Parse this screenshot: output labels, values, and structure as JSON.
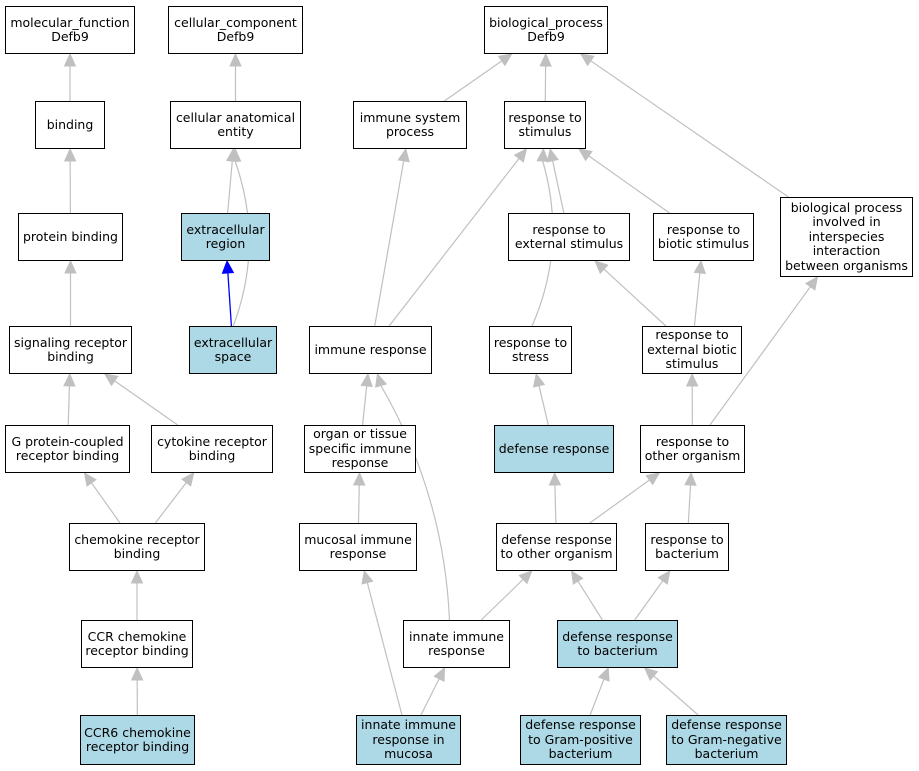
{
  "graph": {
    "colors": {
      "normal_fill": "#ffffff",
      "highlight_fill": "#add8e6",
      "edge": "#c0c0c0",
      "edge_strong": "#0000ff",
      "border": "#000000"
    },
    "nodes": [
      {
        "id": "mf_root",
        "label": "molecular_function\nDefb9",
        "highlighted": false
      },
      {
        "id": "binding",
        "label": "binding",
        "highlighted": false
      },
      {
        "id": "protein_binding",
        "label": "protein binding",
        "highlighted": false
      },
      {
        "id": "signaling_receptor_binding",
        "label": "signaling receptor\nbinding",
        "highlighted": false
      },
      {
        "id": "gpcr_binding",
        "label": "G protein-coupled\nreceptor binding",
        "highlighted": false
      },
      {
        "id": "cytokine_receptor_binding",
        "label": "cytokine receptor\nbinding",
        "highlighted": false
      },
      {
        "id": "chemokine_receptor_binding",
        "label": "chemokine receptor\nbinding",
        "highlighted": false
      },
      {
        "id": "ccr_chemokine_receptor_binding",
        "label": "CCR chemokine\nreceptor binding",
        "highlighted": false
      },
      {
        "id": "ccr6_chemokine_receptor_binding",
        "label": "CCR6 chemokine\nreceptor binding",
        "highlighted": true
      },
      {
        "id": "cc_root",
        "label": "cellular_component\nDefb9",
        "highlighted": false
      },
      {
        "id": "cellular_anatomical_entity",
        "label": "cellular anatomical\nentity",
        "highlighted": false
      },
      {
        "id": "extracellular_region",
        "label": "extracellular\nregion",
        "highlighted": true
      },
      {
        "id": "extracellular_space",
        "label": "extracellular\nspace",
        "highlighted": true
      },
      {
        "id": "bp_root",
        "label": "biological_process\nDefb9",
        "highlighted": false
      },
      {
        "id": "immune_system_process",
        "label": "immune system\nprocess",
        "highlighted": false
      },
      {
        "id": "response_to_stimulus",
        "label": "response to\nstimulus",
        "highlighted": false
      },
      {
        "id": "bp_interspecies",
        "label": "biological process\ninvolved in\ninterspecies\ninteraction\nbetween organisms",
        "highlighted": false
      },
      {
        "id": "response_to_external_stimulus",
        "label": "response to\nexternal stimulus",
        "highlighted": false
      },
      {
        "id": "response_to_biotic_stimulus",
        "label": "response to\nbiotic stimulus",
        "highlighted": false
      },
      {
        "id": "immune_response",
        "label": "immune response",
        "highlighted": false
      },
      {
        "id": "response_to_stress",
        "label": "response to\nstress",
        "highlighted": false
      },
      {
        "id": "response_to_external_biotic_stimulus",
        "label": "response to\nexternal biotic\nstimulus",
        "highlighted": false
      },
      {
        "id": "organ_tissue_immune_response",
        "label": "organ or tissue\nspecific immune\nresponse",
        "highlighted": false
      },
      {
        "id": "defense_response",
        "label": "defense response",
        "highlighted": true
      },
      {
        "id": "response_to_other_organism",
        "label": "response to\nother organism",
        "highlighted": false
      },
      {
        "id": "mucosal_immune_response",
        "label": "mucosal immune\nresponse",
        "highlighted": false
      },
      {
        "id": "defense_response_other_organism",
        "label": "defense response\nto other organism",
        "highlighted": false
      },
      {
        "id": "response_to_bacterium",
        "label": "response to\nbacterium",
        "highlighted": false
      },
      {
        "id": "innate_immune_response",
        "label": "innate immune\nresponse",
        "highlighted": false
      },
      {
        "id": "defense_response_bacterium",
        "label": "defense response\nto bacterium",
        "highlighted": true
      },
      {
        "id": "innate_immune_response_mucosa",
        "label": "innate immune\nresponse in\nmucosa",
        "highlighted": true
      },
      {
        "id": "defense_response_gram_positive",
        "label": "defense response\nto Gram-positive\nbacterium",
        "highlighted": true
      },
      {
        "id": "defense_response_gram_negative",
        "label": "defense response\nto Gram-negative\nbacterium",
        "highlighted": true
      }
    ],
    "edges": [
      {
        "from": "binding",
        "to": "mf_root"
      },
      {
        "from": "protein_binding",
        "to": "binding"
      },
      {
        "from": "signaling_receptor_binding",
        "to": "protein_binding"
      },
      {
        "from": "gpcr_binding",
        "to": "signaling_receptor_binding"
      },
      {
        "from": "cytokine_receptor_binding",
        "to": "signaling_receptor_binding"
      },
      {
        "from": "chemokine_receptor_binding",
        "to": "gpcr_binding"
      },
      {
        "from": "chemokine_receptor_binding",
        "to": "cytokine_receptor_binding"
      },
      {
        "from": "ccr_chemokine_receptor_binding",
        "to": "chemokine_receptor_binding"
      },
      {
        "from": "ccr6_chemokine_receptor_binding",
        "to": "ccr_chemokine_receptor_binding"
      },
      {
        "from": "cellular_anatomical_entity",
        "to": "cc_root"
      },
      {
        "from": "extracellular_region",
        "to": "cellular_anatomical_entity"
      },
      {
        "from": "extracellular_space",
        "to": "cellular_anatomical_entity",
        "curved": true
      },
      {
        "from": "extracellular_space",
        "to": "extracellular_region",
        "strong": true
      },
      {
        "from": "immune_system_process",
        "to": "bp_root"
      },
      {
        "from": "response_to_stimulus",
        "to": "bp_root"
      },
      {
        "from": "bp_interspecies",
        "to": "bp_root"
      },
      {
        "from": "response_to_external_stimulus",
        "to": "response_to_stimulus"
      },
      {
        "from": "response_to_biotic_stimulus",
        "to": "response_to_stimulus"
      },
      {
        "from": "immune_response",
        "to": "immune_system_process"
      },
      {
        "from": "immune_response",
        "to": "response_to_stimulus"
      },
      {
        "from": "response_to_stress",
        "to": "response_to_stimulus",
        "curved": true
      },
      {
        "from": "response_to_external_biotic_stimulus",
        "to": "response_to_external_stimulus"
      },
      {
        "from": "response_to_external_biotic_stimulus",
        "to": "response_to_biotic_stimulus"
      },
      {
        "from": "organ_tissue_immune_response",
        "to": "immune_response"
      },
      {
        "from": "defense_response",
        "to": "response_to_stress"
      },
      {
        "from": "response_to_other_organism",
        "to": "response_to_external_biotic_stimulus"
      },
      {
        "from": "response_to_other_organism",
        "to": "bp_interspecies"
      },
      {
        "from": "mucosal_immune_response",
        "to": "organ_tissue_immune_response"
      },
      {
        "from": "defense_response_other_organism",
        "to": "defense_response"
      },
      {
        "from": "defense_response_other_organism",
        "to": "response_to_other_organism"
      },
      {
        "from": "response_to_bacterium",
        "to": "response_to_other_organism"
      },
      {
        "from": "innate_immune_response",
        "to": "immune_response",
        "curved": true
      },
      {
        "from": "innate_immune_response",
        "to": "defense_response_other_organism"
      },
      {
        "from": "defense_response_bacterium",
        "to": "defense_response_other_organism"
      },
      {
        "from": "defense_response_bacterium",
        "to": "response_to_bacterium"
      },
      {
        "from": "innate_immune_response_mucosa",
        "to": "mucosal_immune_response"
      },
      {
        "from": "innate_immune_response_mucosa",
        "to": "innate_immune_response"
      },
      {
        "from": "defense_response_gram_positive",
        "to": "defense_response_bacterium"
      },
      {
        "from": "defense_response_gram_negative",
        "to": "defense_response_bacterium"
      }
    ]
  }
}
